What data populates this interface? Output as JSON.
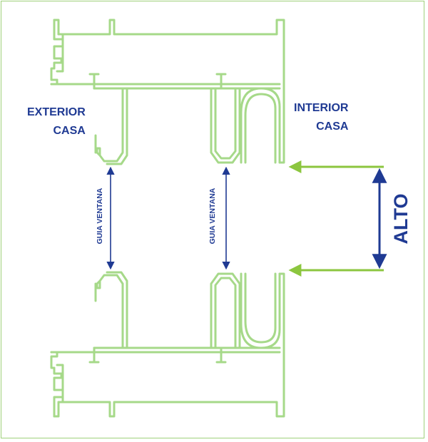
{
  "labels": {
    "exterior_line1": "EXTERIOR",
    "exterior_line2": "CASA",
    "interior_line1": "INTERIOR",
    "interior_line2": "CASA",
    "guide_left": "GUIA VENTANA",
    "guide_right": "GUIA VENTANA",
    "height": "ALTO"
  },
  "colors": {
    "profile_fill": "#ffffff",
    "profile_stroke": "#a6d989",
    "arrow_green": "#8cc63f",
    "text_blue": "#1f3a93",
    "frame_border": "#9fd07a"
  }
}
